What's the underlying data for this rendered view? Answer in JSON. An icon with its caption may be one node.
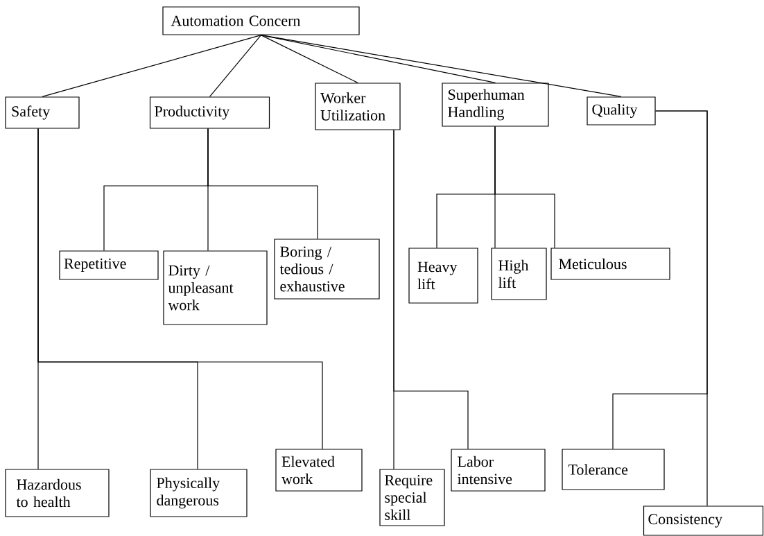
{
  "diagram": {
    "nodes": [
      {
        "text": [
          "Automation Concern"
        ]
      },
      {
        "text": [
          "Safety"
        ]
      },
      {
        "text": [
          "Productivity"
        ]
      },
      {
        "text": [
          "Worker Utilization"
        ]
      },
      {
        "text": [
          "Superhuman Handling"
        ]
      },
      {
        "text": [
          "Quality"
        ]
      },
      {
        "text": [
          "Repetitive"
        ]
      },
      {
        "text": [
          "Dirty / unpleasant work"
        ]
      },
      {
        "text": [
          "Boring / tedious / exhaustive"
        ]
      },
      {
        "text": [
          "Heavy lift"
        ]
      },
      {
        "text": [
          "High lift"
        ]
      },
      {
        "text": [
          "Meticulous"
        ]
      },
      {
        "text": [
          "Hazardous to health"
        ]
      },
      {
        "text": [
          "Physically dangerous"
        ]
      },
      {
        "text": [
          "Elevated work"
        ]
      },
      {
        "text": [
          "Require special skill"
        ]
      },
      {
        "text": [
          "Labor intensive"
        ]
      },
      {
        "text": [
          "Tolerance"
        ]
      },
      {
        "text": [
          "Consistency"
        ]
      }
    ],
    "edges": [
      {
        "from": 0,
        "to": 1,
        "arrow": "none"
      },
      {
        "from": 0,
        "to": 2,
        "arrow": "none"
      },
      {
        "from": 0,
        "to": 3,
        "arrow": "none"
      },
      {
        "from": 0,
        "to": 4,
        "arrow": "none"
      },
      {
        "from": 0,
        "to": 5,
        "arrow": "none"
      },
      {
        "from": 2,
        "to": 6,
        "arrow": "none"
      },
      {
        "from": 2,
        "to": 7,
        "arrow": "none"
      },
      {
        "from": 2,
        "to": 8,
        "arrow": "none"
      },
      {
        "from": 4,
        "to": 9,
        "arrow": "none"
      },
      {
        "from": 4,
        "to": 10,
        "arrow": "none"
      },
      {
        "from": 4,
        "to": 11,
        "arrow": "none"
      },
      {
        "from": 1,
        "to": 12,
        "arrow": "none"
      },
      {
        "from": 1,
        "to": 13,
        "arrow": "none"
      },
      {
        "from": 1,
        "to": 14,
        "arrow": "none"
      },
      {
        "from": 3,
        "to": 15,
        "arrow": "none"
      },
      {
        "from": 3,
        "to": 16,
        "arrow": "none"
      },
      {
        "from": 5,
        "to": 17,
        "arrow": "none"
      },
      {
        "from": 5,
        "to": 18,
        "arrow": "none"
      }
    ]
  }
}
